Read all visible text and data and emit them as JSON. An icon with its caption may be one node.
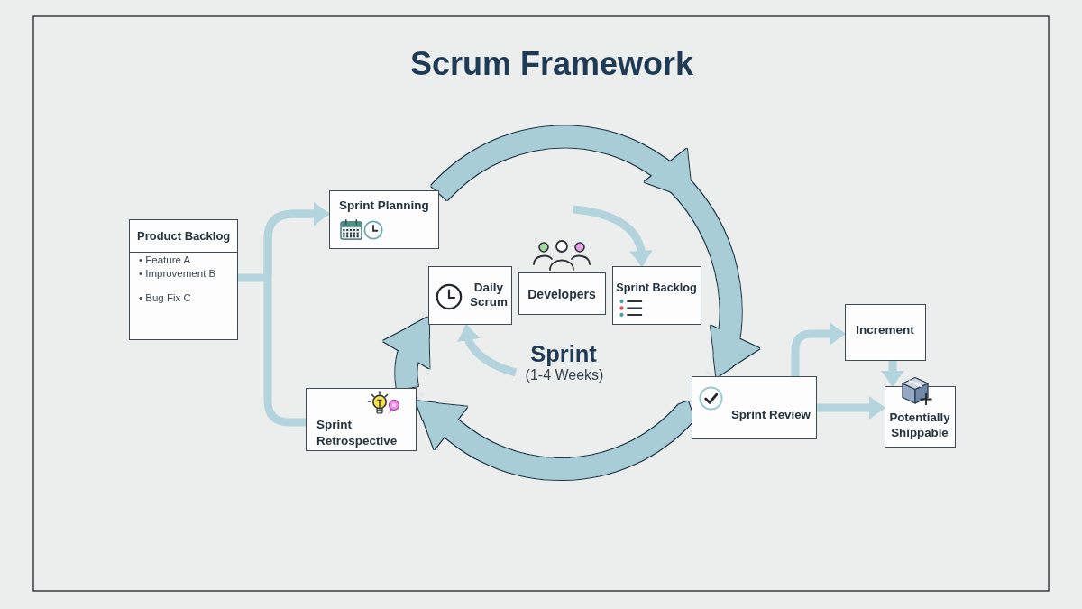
{
  "diagram": {
    "title": "Scrum Framework",
    "nodes": [
      {
        "text": [
          "Product Backlog",
          "• Feature A",
          "• Improvement B",
          "• Bug Fix C"
        ]
      },
      {
        "text": [
          "Sprint Planning"
        ]
      },
      {
        "text": [
          "Daily Scrum"
        ]
      },
      {
        "text": [
          "Developers"
        ]
      },
      {
        "text": [
          "Sprint Backlog"
        ]
      },
      {
        "text": [
          "Sprint Review"
        ]
      },
      {
        "text": [
          "Increment"
        ]
      },
      {
        "text": [
          "Potentially Shippable"
        ]
      },
      {
        "text": [
          "Sprint Retrospective"
        ]
      }
    ],
    "edges": [
      {
        "from": 0,
        "to": 1,
        "arrow": "to"
      },
      {
        "from": 8,
        "to": 1,
        "arrow": "to"
      },
      {
        "from": 1,
        "to": 5,
        "arrow": "to",
        "style": "thick"
      },
      {
        "from": null,
        "to": 4,
        "arrow": "to"
      },
      {
        "from": null,
        "to": 2,
        "arrow": "to"
      },
      {
        "from": 5,
        "to": 6,
        "arrow": "to"
      },
      {
        "from": 6,
        "to": 7,
        "arrow": "to"
      },
      {
        "from": 5,
        "to": 7,
        "arrow": "to"
      },
      {
        "from": 5,
        "to": 8,
        "arrow": "to",
        "style": "thick"
      },
      {
        "from": 8,
        "to": 2,
        "arrow": "to",
        "style": "thick"
      }
    ],
    "labels": [
      "Sprint",
      "(1-4 Weeks)"
    ]
  }
}
